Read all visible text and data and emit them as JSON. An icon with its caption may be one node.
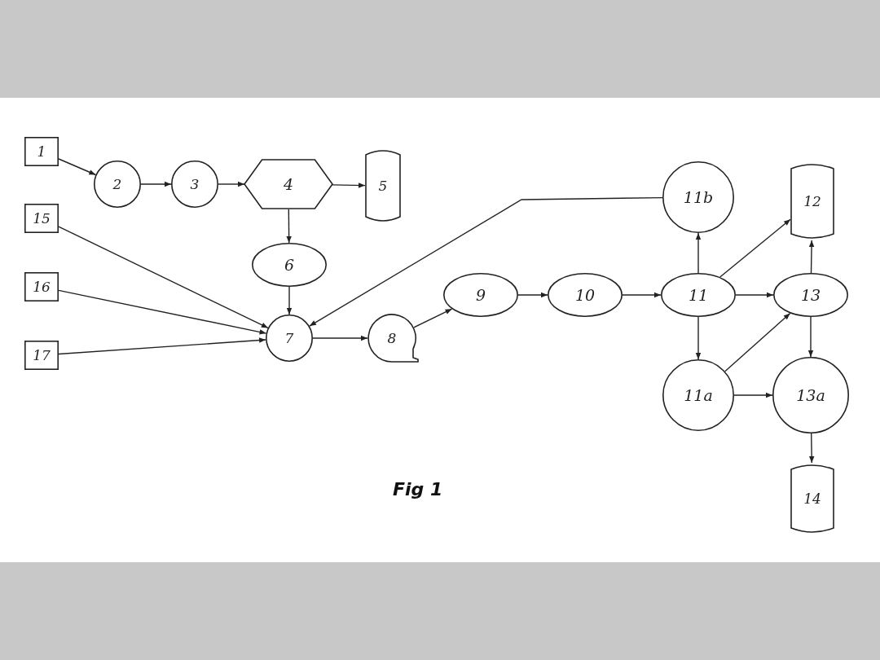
{
  "diagram": {
    "caption": "Fig 1",
    "nodes": [
      {
        "text": [
          "1"
        ]
      },
      {
        "text": [
          "2"
        ]
      },
      {
        "text": [
          "3"
        ]
      },
      {
        "text": [
          "4"
        ]
      },
      {
        "text": [
          "5"
        ]
      },
      {
        "text": [
          "15"
        ]
      },
      {
        "text": [
          "6"
        ]
      },
      {
        "text": [
          "16"
        ]
      },
      {
        "text": [
          "17"
        ]
      },
      {
        "text": [
          "7"
        ]
      },
      {
        "text": [
          "8"
        ]
      },
      {
        "text": [
          "9"
        ]
      },
      {
        "text": [
          "10"
        ]
      },
      {
        "text": [
          "11b"
        ]
      },
      {
        "text": [
          "11"
        ]
      },
      {
        "text": [
          "11a"
        ]
      },
      {
        "text": [
          "12"
        ]
      },
      {
        "text": [
          "13"
        ]
      },
      {
        "text": [
          "13a"
        ]
      },
      {
        "text": [
          "14"
        ]
      }
    ],
    "edges": [
      {
        "from": 0,
        "to": 1,
        "arrow": "to"
      },
      {
        "from": 1,
        "to": 2,
        "arrow": "to"
      },
      {
        "from": 2,
        "to": 3,
        "arrow": "to"
      },
      {
        "from": 3,
        "to": 4,
        "arrow": "to"
      },
      {
        "from": 3,
        "to": 6,
        "arrow": "to"
      },
      {
        "from": 6,
        "to": 9,
        "arrow": "to"
      },
      {
        "from": 5,
        "to": 9,
        "arrow": "to"
      },
      {
        "from": 7,
        "to": 9,
        "arrow": "to"
      },
      {
        "from": 8,
        "to": 9,
        "arrow": "to"
      },
      {
        "from": 13,
        "to": 9,
        "arrow": "to"
      },
      {
        "from": 9,
        "to": 10,
        "arrow": "to"
      },
      {
        "from": 10,
        "to": 11,
        "arrow": "to"
      },
      {
        "from": 11,
        "to": 12,
        "arrow": "to"
      },
      {
        "from": 12,
        "to": 14,
        "arrow": "to"
      },
      {
        "from": 14,
        "to": 13,
        "arrow": "to"
      },
      {
        "from": 14,
        "to": 16,
        "arrow": "to"
      },
      {
        "from": 14,
        "to": 17,
        "arrow": "to"
      },
      {
        "from": 14,
        "to": 15,
        "arrow": "to"
      },
      {
        "from": 15,
        "to": 17,
        "arrow": "to"
      },
      {
        "from": 15,
        "to": 18,
        "arrow": "to"
      },
      {
        "from": 17,
        "to": 16,
        "arrow": "to"
      },
      {
        "from": 17,
        "to": 18,
        "arrow": "to"
      },
      {
        "from": 18,
        "to": 19,
        "arrow": "to"
      }
    ]
  }
}
